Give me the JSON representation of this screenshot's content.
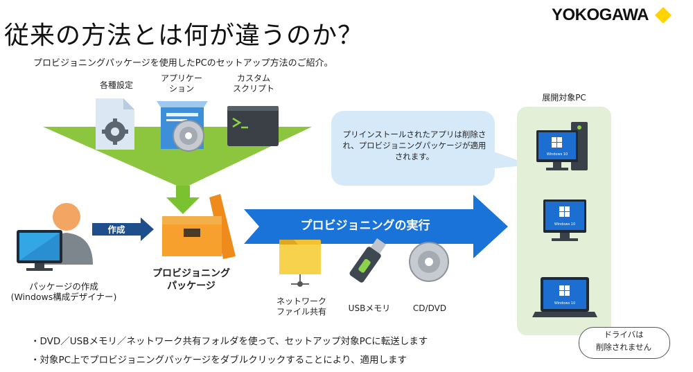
{
  "header": {
    "title": "従来の方法とは何が違うのか？",
    "brand": "YOKOGAWA",
    "subtitle": "プロビジョニングパッケージを使用したPCのセットアップ方法のご紹介。"
  },
  "inputs": [
    {
      "label": "各種設定",
      "icon": "settings-file-icon"
    },
    {
      "label": "アプリケー\nション",
      "icon": "application-package-icon"
    },
    {
      "label": "カスタム\nスクリプト",
      "icon": "terminal-script-icon"
    }
  ],
  "creator": {
    "label": "パッケージの作成\n(Windows構成デザイナー)",
    "arrow_label": "作成"
  },
  "package": {
    "label": "プロビジョニング\nパッケージ"
  },
  "execution": {
    "arrow_label": "プロビジョニングの実行"
  },
  "media": [
    {
      "label": "ネットワーク\nファイル共有",
      "icon": "network-folder-icon"
    },
    {
      "label": "USBメモリ",
      "icon": "usb-drive-icon"
    },
    {
      "label": "CD/DVD",
      "icon": "disc-icon"
    }
  ],
  "bubble": {
    "text": "プリインストールされたアプリは削除され、プロビジョニングパッケージが適用されます。"
  },
  "target": {
    "label": "展開対象PC",
    "screen_text": "Windows 10",
    "devices": [
      "desktop-tower",
      "desktop-monitor",
      "laptop"
    ],
    "callout": "ドライバは\n削除されません"
  },
  "bullets": [
    "・DVD／USBメモリ／ネットワーク共有フォルダを使って、セットアップ対象PCに転送します",
    "・対象PC上でプロビジョニングパッケージをダブルクリックすることにより、適用します"
  ],
  "colors": {
    "green": "#8cc63f",
    "blue": "#1a73d9",
    "navy": "#1f4e8c",
    "orange": "#f7a02d",
    "brand_yellow": "#ffd400"
  }
}
